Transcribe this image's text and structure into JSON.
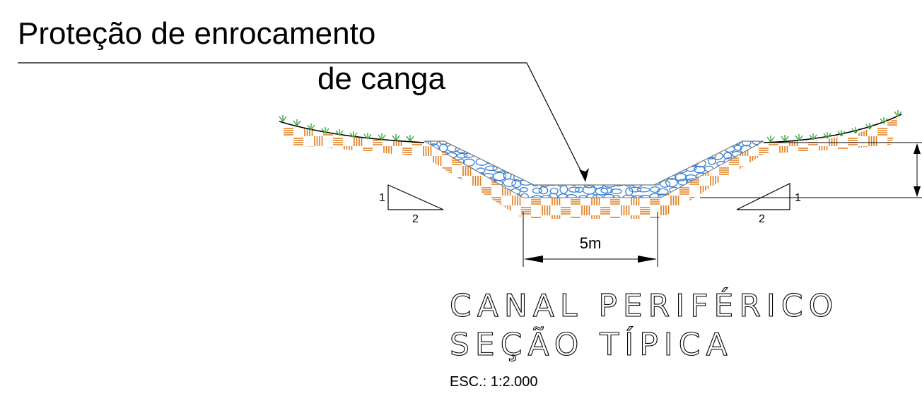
{
  "annotation": {
    "line1": "Proteção de enrocamento",
    "line2": "de canga"
  },
  "slope_left": {
    "rise": "1",
    "run": "2"
  },
  "slope_right": {
    "rise": "1",
    "run": "2"
  },
  "base_width": "5m",
  "title": {
    "line1": "CANAL PERIFÉRICO",
    "line2": "SEÇÃO TÍPICA"
  },
  "scale": "ESC.: 1:2.000",
  "colors": {
    "soil": "#e07b1a",
    "riprap": "#3a7fd0",
    "grass": "#3aa83a",
    "line": "#000000"
  }
}
